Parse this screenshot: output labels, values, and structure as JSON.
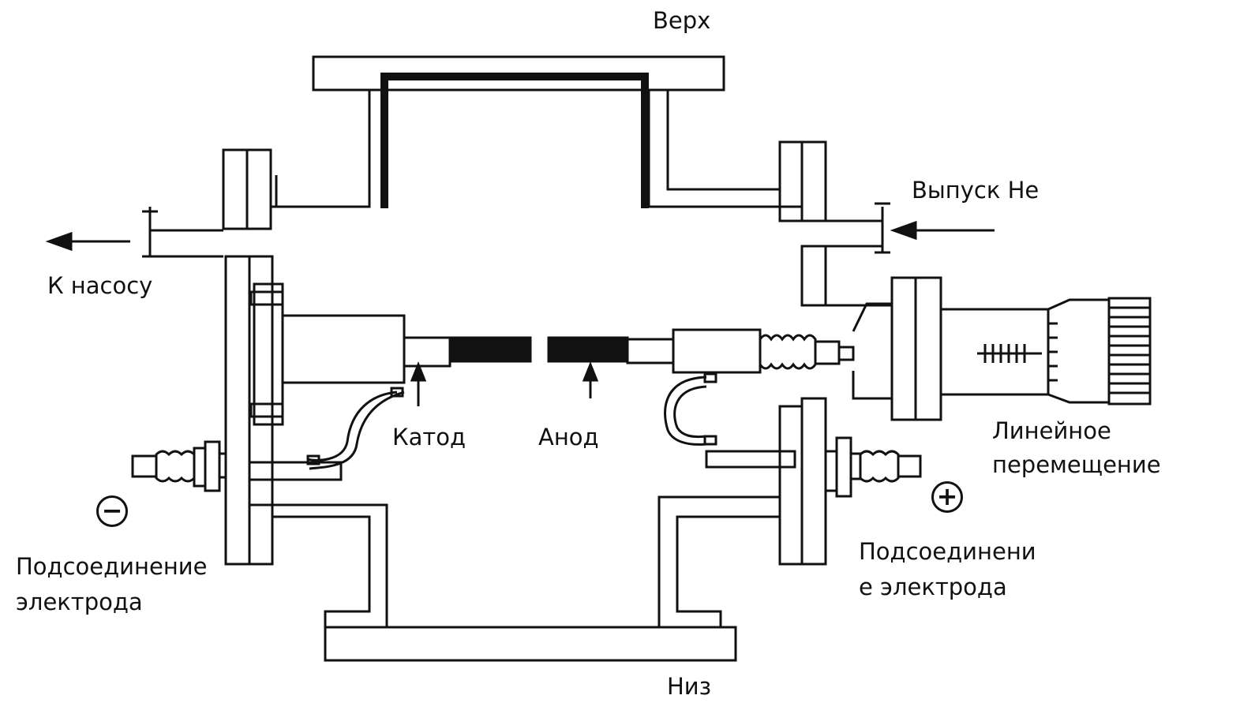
{
  "labels": {
    "top": "Верх",
    "bottom": "Низ",
    "pump": "К насосу",
    "he_inlet": "Выпуск Не",
    "cathode": "Катод",
    "anode": "Анод",
    "linear_motion_line1": "Линейное",
    "linear_motion_line2": "перемещение",
    "left_electrode_line1": "Подсоединение",
    "left_electrode_line2": "электрода",
    "right_electrode_line1": "Подсоединени",
    "right_electrode_line2": "е электрода"
  },
  "signs": {
    "negative": "−",
    "positive": "+"
  },
  "colors": {
    "ink": "#111111",
    "paper": "#ffffff"
  }
}
